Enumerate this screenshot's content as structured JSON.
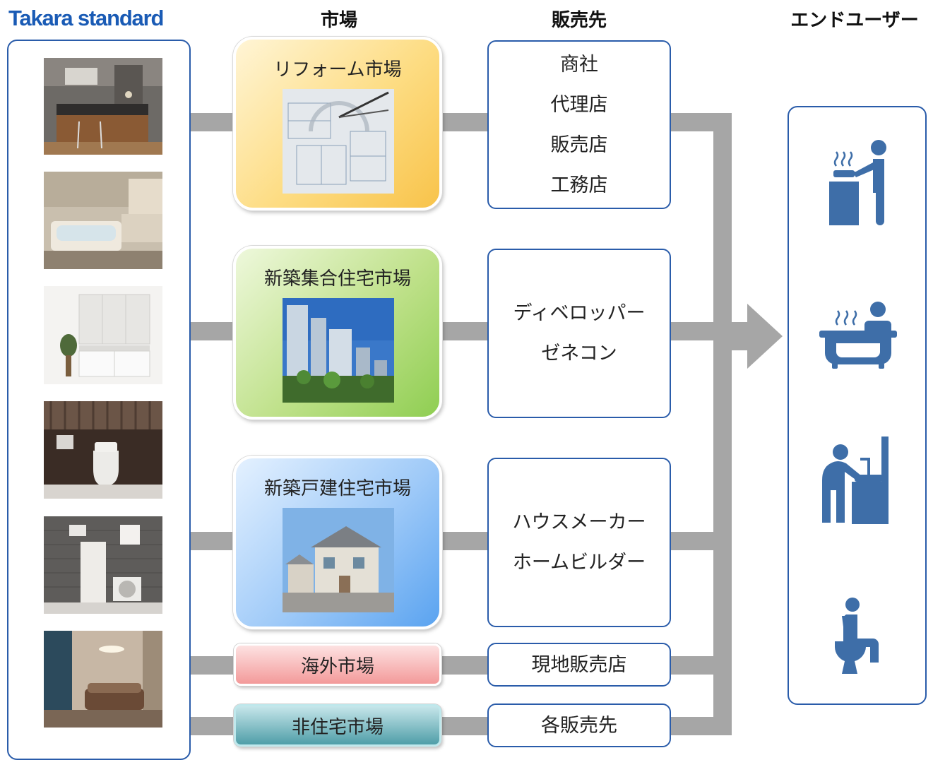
{
  "header": {
    "logo": "Takara standard",
    "col_market": "市場",
    "col_seller": "販売先",
    "col_enduser": "エンドユーザー"
  },
  "products": [
    {
      "icon": "kitchen-photo"
    },
    {
      "icon": "bathroom-photo"
    },
    {
      "icon": "washroom-vanity-photo"
    },
    {
      "icon": "toilet-photo"
    },
    {
      "icon": "water-heater-photo"
    },
    {
      "icon": "living-room-photo"
    }
  ],
  "markets": {
    "reform": "リフォーム市場",
    "new_apartment": "新築集合住宅市場",
    "new_house": "新築戸建住宅市場",
    "overseas": "海外市場",
    "non_residential": "非住宅市場"
  },
  "sellers": {
    "reform": [
      "商社",
      "代理店",
      "販売店",
      "工務店"
    ],
    "new_apartment": [
      "ディベロッパー",
      "ゼネコン"
    ],
    "new_house": [
      "ハウスメーカー",
      "ホームビルダー"
    ],
    "overseas": "現地販売店",
    "non_residential": "各販売先"
  },
  "end_users": {
    "icons": [
      "cooking-person-icon",
      "bathing-person-icon",
      "washing-person-icon",
      "toilet-person-icon"
    ]
  },
  "colors": {
    "accent_blue": "#2a5caa",
    "connector_gray": "#a6a6a6",
    "icon_blue": "#3e6ea8"
  }
}
